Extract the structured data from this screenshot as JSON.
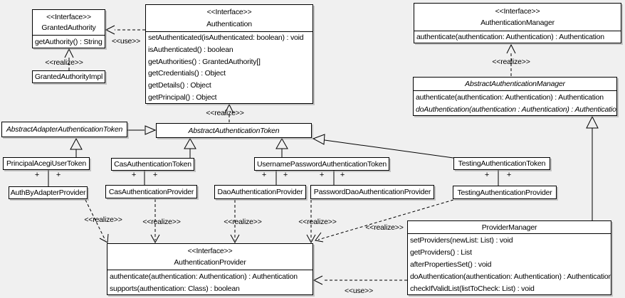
{
  "labels": {
    "realize": "<<realize>>",
    "use": "<<use>>",
    "plus": "+"
  },
  "classes": {
    "grantedAuthority": {
      "stereotype": "<<Interface>>",
      "name": "GrantedAuthority",
      "methods": [
        "getAuthority() : String"
      ]
    },
    "grantedAuthorityImpl": {
      "name": "GrantedAuthorityImpl"
    },
    "authentication": {
      "stereotype": "<<Interface>>",
      "name": "Authentication",
      "methods": [
        "setAuthenticated(isAuthenticated: boolean) : void",
        "isAuthenticated() : boolean",
        "getAuthorities() : GrantedAuthority[]",
        "getCredentials() : Object",
        "getDetails() : Object",
        "getPrincipal() : Object"
      ]
    },
    "authenticationManager": {
      "stereotype": "<<Interface>>",
      "name": "AuthenticationManager",
      "methods": [
        "authenticate(authentication: Authentication) : Authentication"
      ]
    },
    "abstractAuthenticationManager": {
      "name": "AbstractAuthenticationManager",
      "method1": "authenticate(authentication: Authentication) : Authentication",
      "method2": "doAuthentication(authentication : Authentication) : Authentication"
    },
    "abstractAdapterAuthenticationToken": {
      "name": "AbstractAdapterAuthenticationToken"
    },
    "abstractAuthenticationToken": {
      "name": "AbstractAuthenticationToken"
    },
    "principalAcegiUserToken": {
      "name": "PrincipalAcegiUserToken"
    },
    "casAuthenticationToken": {
      "name": "CasAuthenticationToken"
    },
    "usernamePasswordAuthenticationToken": {
      "name": "UsernamePasswordAuthenticationToken"
    },
    "testingAuthenticationToken": {
      "name": "TestingAuthenticationToken"
    },
    "authByAdapterProvider": {
      "name": "AuthByAdapterProvider"
    },
    "casAuthenticationProvider": {
      "name": "CasAuthenticationProvider"
    },
    "daoAuthenticationProvider": {
      "name": "DaoAuthenticationProvider"
    },
    "passwordDaoAuthenticationProvider": {
      "name": "PasswordDaoAuthenticationProvider"
    },
    "testingAuthenticationProvider": {
      "name": "TestingAuthenticationProvider"
    },
    "authenticationProvider": {
      "stereotype": "<<Interface>>",
      "name": "AuthenticationProvider",
      "methods": [
        "authenticate(authentication: Authentication) : Authentication",
        "supports(authentication: Class) : boolean"
      ]
    },
    "providerManager": {
      "name": "ProviderManager",
      "methods": [
        "setProviders(newList: List) : void",
        "getProviders() : List",
        "afterPropertiesSet() : void",
        "doAuthentication(authentication: Authentication) : Authentication",
        "checkIfValidList(listToCheck: List) : void"
      ]
    }
  }
}
